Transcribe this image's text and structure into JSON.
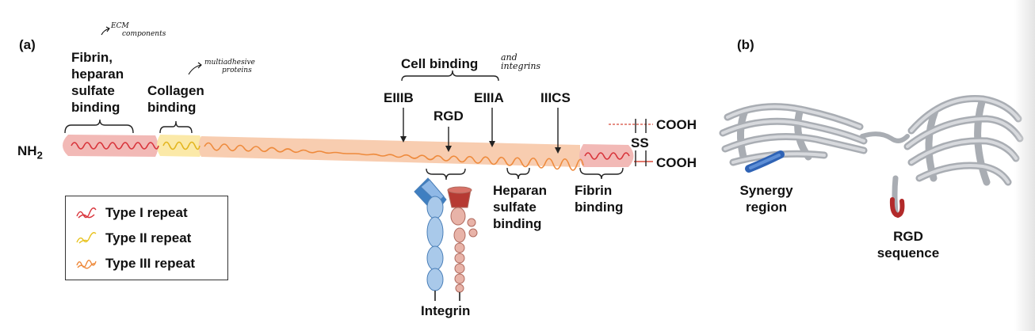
{
  "panel_a": {
    "label": "(a)",
    "nh2": "NH",
    "nh2_sub": "2",
    "fibrin_heparan": [
      "Fibrin,",
      "heparan",
      "sulfate",
      "binding"
    ],
    "collagen": [
      "Collagen",
      "binding"
    ],
    "cell_binding": "Cell binding",
    "eiiib": "EIIIB",
    "rgd": "RGD",
    "eiiia": "EIIIA",
    "iiics": "IIICS",
    "cooh_top": "COOH",
    "cooh_bottom": "COOH",
    "ss": "SS",
    "heparan_sulfate": [
      "Heparan",
      "sulfate",
      "binding"
    ],
    "fibrin_binding": [
      "Fibrin",
      "binding"
    ],
    "integrin": "Integrin",
    "notes": {
      "ecm": [
        "ECM",
        "components"
      ],
      "multiadhesive": [
        "multiadhesive",
        "proteins"
      ],
      "integrins": [
        "and",
        "integrins"
      ]
    }
  },
  "legend": [
    {
      "label": "Type I repeat",
      "color": "#d8333a"
    },
    {
      "label": "Type II repeat",
      "color": "#f0d230"
    },
    {
      "label": "Type III repeat",
      "color": "#ee8a3c"
    }
  ],
  "panel_b": {
    "label": "(b)",
    "synergy": [
      "Synergy",
      "region"
    ],
    "rgd_sequence": [
      "RGD",
      "sequence"
    ]
  },
  "colors": {
    "type1_band": "#f2b9b6",
    "type2_band": "#fbe9a8",
    "type3_band": "#f8cdb0",
    "alpha_subunit": "#a9c9ea",
    "beta_subunit": "#e8b3a8",
    "alpha_head": "#3f7fc1",
    "beta_head": "#b63a33",
    "ribbon": "#c5c8cd",
    "synergy": "#2f63b5",
    "rgd_loop": "#b22a2a"
  }
}
